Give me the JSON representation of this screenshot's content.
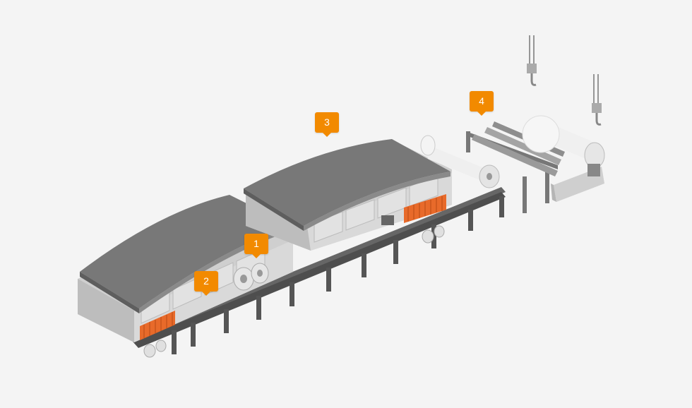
{
  "hotspots": [
    {
      "id": "1",
      "label": "1"
    },
    {
      "id": "2",
      "label": "2"
    },
    {
      "id": "3",
      "label": "3"
    },
    {
      "id": "4",
      "label": "4"
    }
  ],
  "colors": {
    "background": "#f4f4f4",
    "marker": "#f28a00",
    "roof": "#7a7a7a",
    "steel": "#5a5a5a",
    "machine_body": "#d4d4d4",
    "heater": "#e86a2a"
  }
}
